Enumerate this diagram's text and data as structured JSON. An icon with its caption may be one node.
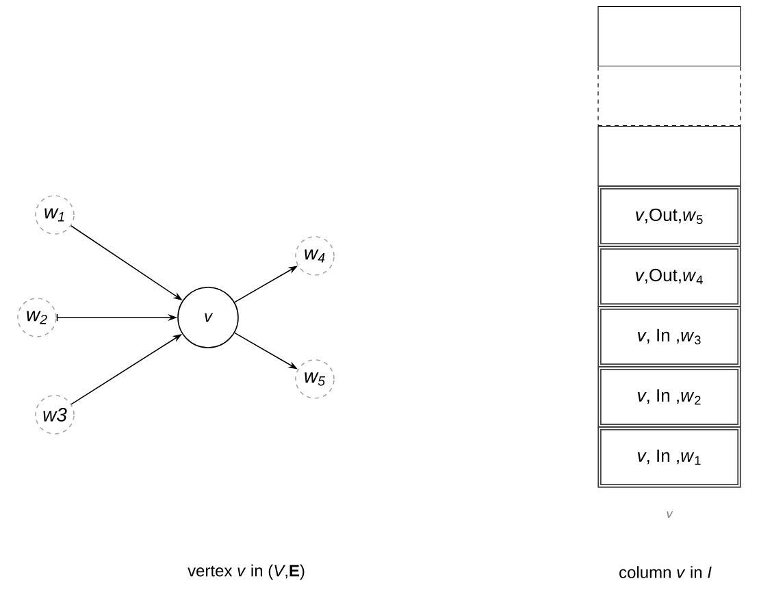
{
  "diagram": {
    "nodes": [
      {
        "text": [
          "*w*$_{1}$"
        ]
      },
      {
        "text": [
          "*w*$_{2}$"
        ]
      },
      {
        "text": [
          "w3"
        ]
      },
      {
        "text": [
          "v"
        ]
      },
      {
        "text": [
          "*w*$_{4}$"
        ]
      },
      {
        "text": [
          "*w*$_{5}$"
        ]
      },
      {
        "text": [],
        "shape": "box"
      },
      {
        "text": [],
        "shape": "box"
      },
      {
        "text": [],
        "shape": "box"
      },
      {
        "text": [
          "*v*,Out,*w*$_{5}$"
        ]
      },
      {
        "text": [
          "*v*,Out,*w*$_{4}$"
        ]
      },
      {
        "text": [
          "*v*, In ,*w*$_{3}$"
        ]
      },
      {
        "text": [
          "*v*, In ,*w*$_{2}$"
        ]
      },
      {
        "text": [
          "*v*, In ,*w*$_{1}$"
        ]
      }
    ],
    "edges": [
      {
        "from": 0,
        "to": 3,
        "arrow": "to"
      },
      {
        "from": 1,
        "to": 3,
        "arrow": "to"
      },
      {
        "from": 2,
        "to": 3,
        "arrow": "to"
      },
      {
        "from": 3,
        "to": 4,
        "arrow": "to"
      },
      {
        "from": 3,
        "to": 5,
        "arrow": "to"
      }
    ],
    "labels": [
      "v",
      "vertex *v* in (*V*,**E**)",
      "column *v* in *I*"
    ]
  }
}
